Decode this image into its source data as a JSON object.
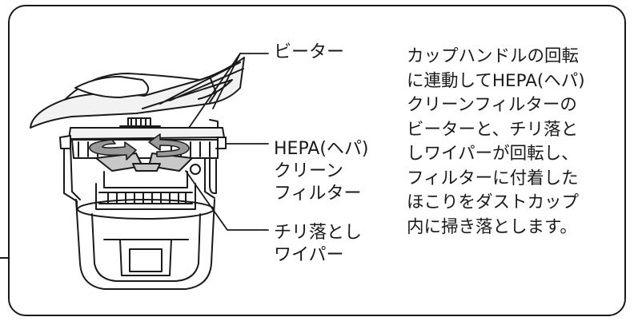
{
  "labels": {
    "beater": "ビーター",
    "hepa_filter": [
      "HEPA(ヘパ)",
      "クリーン",
      "フィルター"
    ],
    "wiper": [
      "チリ落とし",
      "ワイパー"
    ]
  },
  "description": [
    "カップハンドルの回転",
    "に連動してHEPA(ヘパ)",
    "クリーンフィルターの",
    "ビーターと、チリ落と",
    "しワイパーが回転し、",
    "フィルターに付着した",
    "ほこりをダストカップ",
    "内に掃き落とします。"
  ],
  "colors": {
    "line": "#1a1a1a",
    "fill_light": "#f2f2f2",
    "fill_mid": "#c8c8c8",
    "arrow": "#9a9a9a"
  }
}
